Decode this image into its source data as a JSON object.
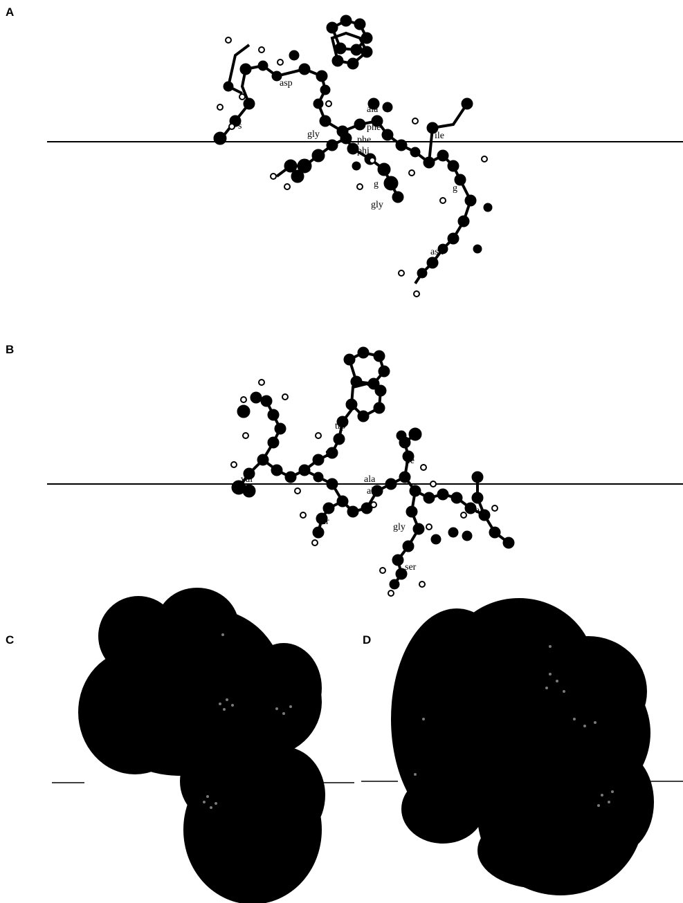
{
  "panels": {
    "a": {
      "letter": "A",
      "labels": [
        "asp",
        "phe",
        "ala",
        "gly",
        "phe",
        "phi",
        "ile",
        "gly",
        "asn",
        "g",
        "g",
        "s"
      ]
    },
    "b": {
      "letter": "B",
      "labels": [
        "trp",
        "gly",
        "ile",
        "ala",
        "ala",
        "val",
        "thr",
        "gly",
        "ser",
        "val"
      ]
    },
    "c": {
      "letter": "C"
    },
    "d": {
      "letter": "D"
    }
  },
  "colors": {
    "ink": "#000000",
    "background": "#ffffff",
    "dots": "#7a7a7a"
  }
}
